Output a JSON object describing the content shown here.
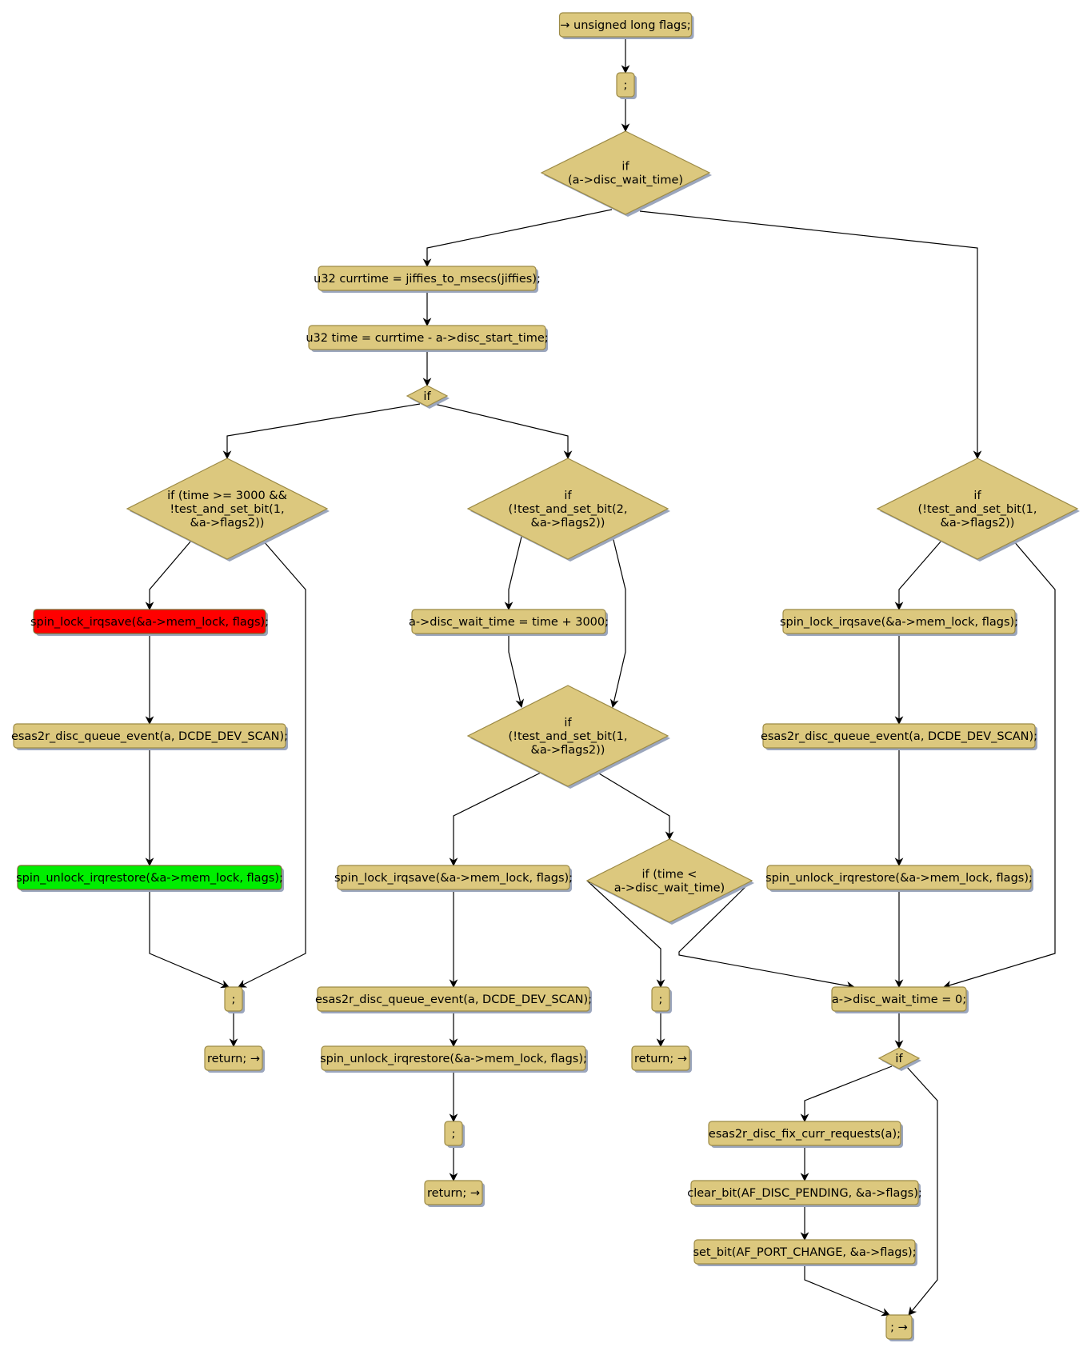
{
  "diagram": {
    "colors": {
      "node_fill": "#dcc87e",
      "lock_highlight": "#ff0000",
      "unlock_highlight": "#00ee00"
    },
    "nodes": [
      {
        "id": "n_flags",
        "shape": "box",
        "lines": [
          "→ unsigned long flags;"
        ]
      },
      {
        "id": "n_semi1",
        "shape": "box",
        "lines": [
          ";"
        ]
      },
      {
        "id": "n_if_wait",
        "shape": "diamond",
        "lines": [
          "if",
          "(a->disc_wait_time)"
        ]
      },
      {
        "id": "n_currtime",
        "shape": "box",
        "lines": [
          "u32 currtime = jiffies_to_msecs(jiffies);"
        ]
      },
      {
        "id": "n_time",
        "shape": "box",
        "lines": [
          "u32 time = currtime - a->disc_start_time;"
        ]
      },
      {
        "id": "n_if_small",
        "shape": "diamond",
        "lines": [
          "if"
        ]
      },
      {
        "id": "n_if_3000",
        "shape": "diamond",
        "lines": [
          "if (time >= 3000 &&",
          "!test_and_set_bit(1,",
          "&a->flags2))"
        ]
      },
      {
        "id": "n_lock_red",
        "shape": "box",
        "highlight": "lock",
        "lines": [
          "spin_lock_irqsave(&a->mem_lock, flags);"
        ]
      },
      {
        "id": "n_queue_l",
        "shape": "box",
        "lines": [
          "esas2r_disc_queue_event(a, DCDE_DEV_SCAN);"
        ]
      },
      {
        "id": "n_unlock_green",
        "shape": "box",
        "highlight": "unlock",
        "lines": [
          "spin_unlock_irqrestore(&a->mem_lock, flags);"
        ]
      },
      {
        "id": "n_semi_l",
        "shape": "box",
        "lines": [
          ";"
        ]
      },
      {
        "id": "n_return_l",
        "shape": "box",
        "lines": [
          "return; →"
        ]
      },
      {
        "id": "n_if_bit2",
        "shape": "diamond",
        "lines": [
          "if",
          "(!test_and_set_bit(2,",
          "&a->flags2))"
        ]
      },
      {
        "id": "n_wait3000",
        "shape": "box",
        "lines": [
          "a->disc_wait_time = time + 3000;"
        ]
      },
      {
        "id": "n_if_bit1_m",
        "shape": "diamond",
        "lines": [
          "if",
          "(!test_and_set_bit(1,",
          "&a->flags2))"
        ]
      },
      {
        "id": "n_lock_m",
        "shape": "box",
        "lines": [
          "spin_lock_irqsave(&a->mem_lock, flags);"
        ]
      },
      {
        "id": "n_queue_m",
        "shape": "box",
        "lines": [
          "esas2r_disc_queue_event(a, DCDE_DEV_SCAN);"
        ]
      },
      {
        "id": "n_unlock_m",
        "shape": "box",
        "lines": [
          "spin_unlock_irqrestore(&a->mem_lock, flags);"
        ]
      },
      {
        "id": "n_semi_m",
        "shape": "box",
        "lines": [
          ";"
        ]
      },
      {
        "id": "n_return_m",
        "shape": "box",
        "lines": [
          "return; →"
        ]
      },
      {
        "id": "n_if_timelt",
        "shape": "diamond",
        "lines": [
          "if (time <",
          "a->disc_wait_time)"
        ]
      },
      {
        "id": "n_semi_t",
        "shape": "box",
        "lines": [
          ";"
        ]
      },
      {
        "id": "n_return_t",
        "shape": "box",
        "lines": [
          "return; →"
        ]
      },
      {
        "id": "n_if_bit1_r",
        "shape": "diamond",
        "lines": [
          "if",
          "(!test_and_set_bit(1,",
          "&a->flags2))"
        ]
      },
      {
        "id": "n_lock_r",
        "shape": "box",
        "lines": [
          "spin_lock_irqsave(&a->mem_lock, flags);"
        ]
      },
      {
        "id": "n_queue_r",
        "shape": "box",
        "lines": [
          "esas2r_disc_queue_event(a, DCDE_DEV_SCAN);"
        ]
      },
      {
        "id": "n_unlock_r",
        "shape": "box",
        "lines": [
          "spin_unlock_irqrestore(&a->mem_lock, flags);"
        ]
      },
      {
        "id": "n_wait0",
        "shape": "box",
        "lines": [
          "a->disc_wait_time = 0;"
        ]
      },
      {
        "id": "n_if_small2",
        "shape": "diamond",
        "lines": [
          "if"
        ]
      },
      {
        "id": "n_fix",
        "shape": "box",
        "lines": [
          "esas2r_disc_fix_curr_requests(a);"
        ]
      },
      {
        "id": "n_clear",
        "shape": "box",
        "lines": [
          "clear_bit(AF_DISC_PENDING, &a->flags);"
        ]
      },
      {
        "id": "n_set",
        "shape": "box",
        "lines": [
          "set_bit(AF_PORT_CHANGE, &a->flags);"
        ]
      },
      {
        "id": "n_end",
        "shape": "box",
        "lines": [
          "; →"
        ]
      }
    ],
    "edges": [
      [
        "n_flags",
        "n_semi1"
      ],
      [
        "n_semi1",
        "n_if_wait"
      ],
      [
        "n_if_wait",
        "n_currtime"
      ],
      [
        "n_if_wait",
        "n_if_bit1_r"
      ],
      [
        "n_currtime",
        "n_time"
      ],
      [
        "n_time",
        "n_if_small"
      ],
      [
        "n_if_small",
        "n_if_3000"
      ],
      [
        "n_if_small",
        "n_if_bit2"
      ],
      [
        "n_if_3000",
        "n_lock_red"
      ],
      [
        "n_if_3000",
        "n_semi_l"
      ],
      [
        "n_lock_red",
        "n_queue_l"
      ],
      [
        "n_queue_l",
        "n_unlock_green"
      ],
      [
        "n_unlock_green",
        "n_semi_l"
      ],
      [
        "n_semi_l",
        "n_return_l"
      ],
      [
        "n_if_bit2",
        "n_wait3000"
      ],
      [
        "n_if_bit2",
        "n_if_bit1_m"
      ],
      [
        "n_wait3000",
        "n_if_bit1_m"
      ],
      [
        "n_if_bit1_m",
        "n_lock_m"
      ],
      [
        "n_if_bit1_m",
        "n_if_timelt"
      ],
      [
        "n_lock_m",
        "n_queue_m"
      ],
      [
        "n_queue_m",
        "n_unlock_m"
      ],
      [
        "n_unlock_m",
        "n_semi_m"
      ],
      [
        "n_semi_m",
        "n_return_m"
      ],
      [
        "n_if_timelt",
        "n_semi_t"
      ],
      [
        "n_if_timelt",
        "n_wait0"
      ],
      [
        "n_semi_t",
        "n_return_t"
      ],
      [
        "n_if_bit1_r",
        "n_lock_r"
      ],
      [
        "n_if_bit1_r",
        "n_wait0"
      ],
      [
        "n_lock_r",
        "n_queue_r"
      ],
      [
        "n_queue_r",
        "n_unlock_r"
      ],
      [
        "n_unlock_r",
        "n_wait0"
      ],
      [
        "n_wait0",
        "n_if_small2"
      ],
      [
        "n_if_small2",
        "n_fix"
      ],
      [
        "n_if_small2",
        "n_end"
      ],
      [
        "n_fix",
        "n_clear"
      ],
      [
        "n_clear",
        "n_set"
      ],
      [
        "n_set",
        "n_end"
      ]
    ]
  }
}
